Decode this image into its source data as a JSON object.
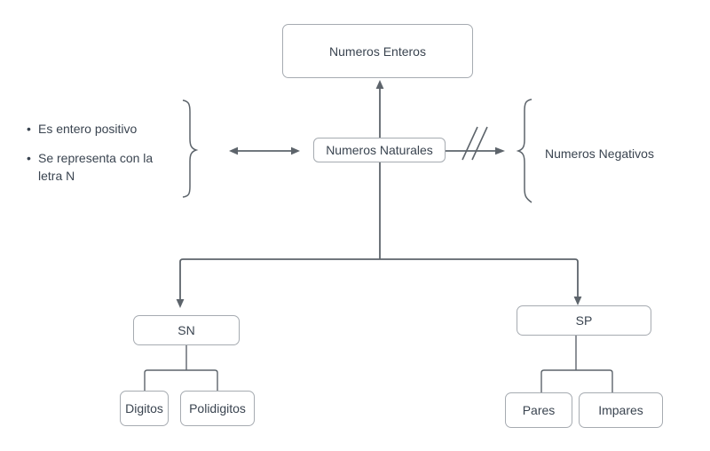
{
  "diagram": {
    "title_node": "Numeros Enteros",
    "nodes": {
      "enteros": {
        "label": "Numeros Enteros"
      },
      "naturales": {
        "label": "Numeros Naturales"
      },
      "sn": {
        "label": "SN"
      },
      "sp": {
        "label": "SP"
      },
      "digitos": {
        "label": "Digitos"
      },
      "polidigitos": {
        "label": "Polidigitos"
      },
      "pares": {
        "label": "Pares"
      },
      "impares": {
        "label": "Impares"
      }
    },
    "left_note": {
      "bullet": "•",
      "items": [
        "Es entero positivo",
        "Se representa con la letra N"
      ]
    },
    "negativos_label": "Numeros Negativos",
    "colors": {
      "bg": "#ffffff",
      "box-border": "#a6abb1",
      "connector": "#5d646b",
      "text": "#3a4450"
    }
  }
}
